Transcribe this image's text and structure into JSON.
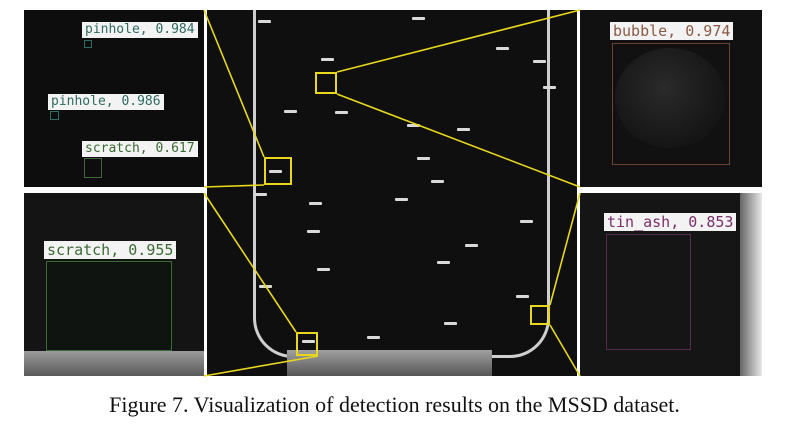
{
  "caption": "Figure 7. Visualization of detection results on the MSSD dataset.",
  "panels": {
    "top_left": {
      "detections": [
        {
          "label": "pinhole, 0.984"
        },
        {
          "label": "pinhole, 0.986"
        },
        {
          "label": "scratch, 0.617"
        }
      ]
    },
    "top_right": {
      "detections": [
        {
          "label": "bubble, 0.974"
        }
      ]
    },
    "bottom_left": {
      "detections": [
        {
          "label": "scratch, 0.955"
        }
      ]
    },
    "bottom_right": {
      "detections": [
        {
          "label": "tin_ash, 0.853"
        }
      ]
    }
  },
  "colors": {
    "zoom_box": "#e8d81c",
    "pinhole": "#2f6b62",
    "scratch": "#3c6a35",
    "bubble": "#8a5a44",
    "tin_ash": "#7a2f6a"
  }
}
